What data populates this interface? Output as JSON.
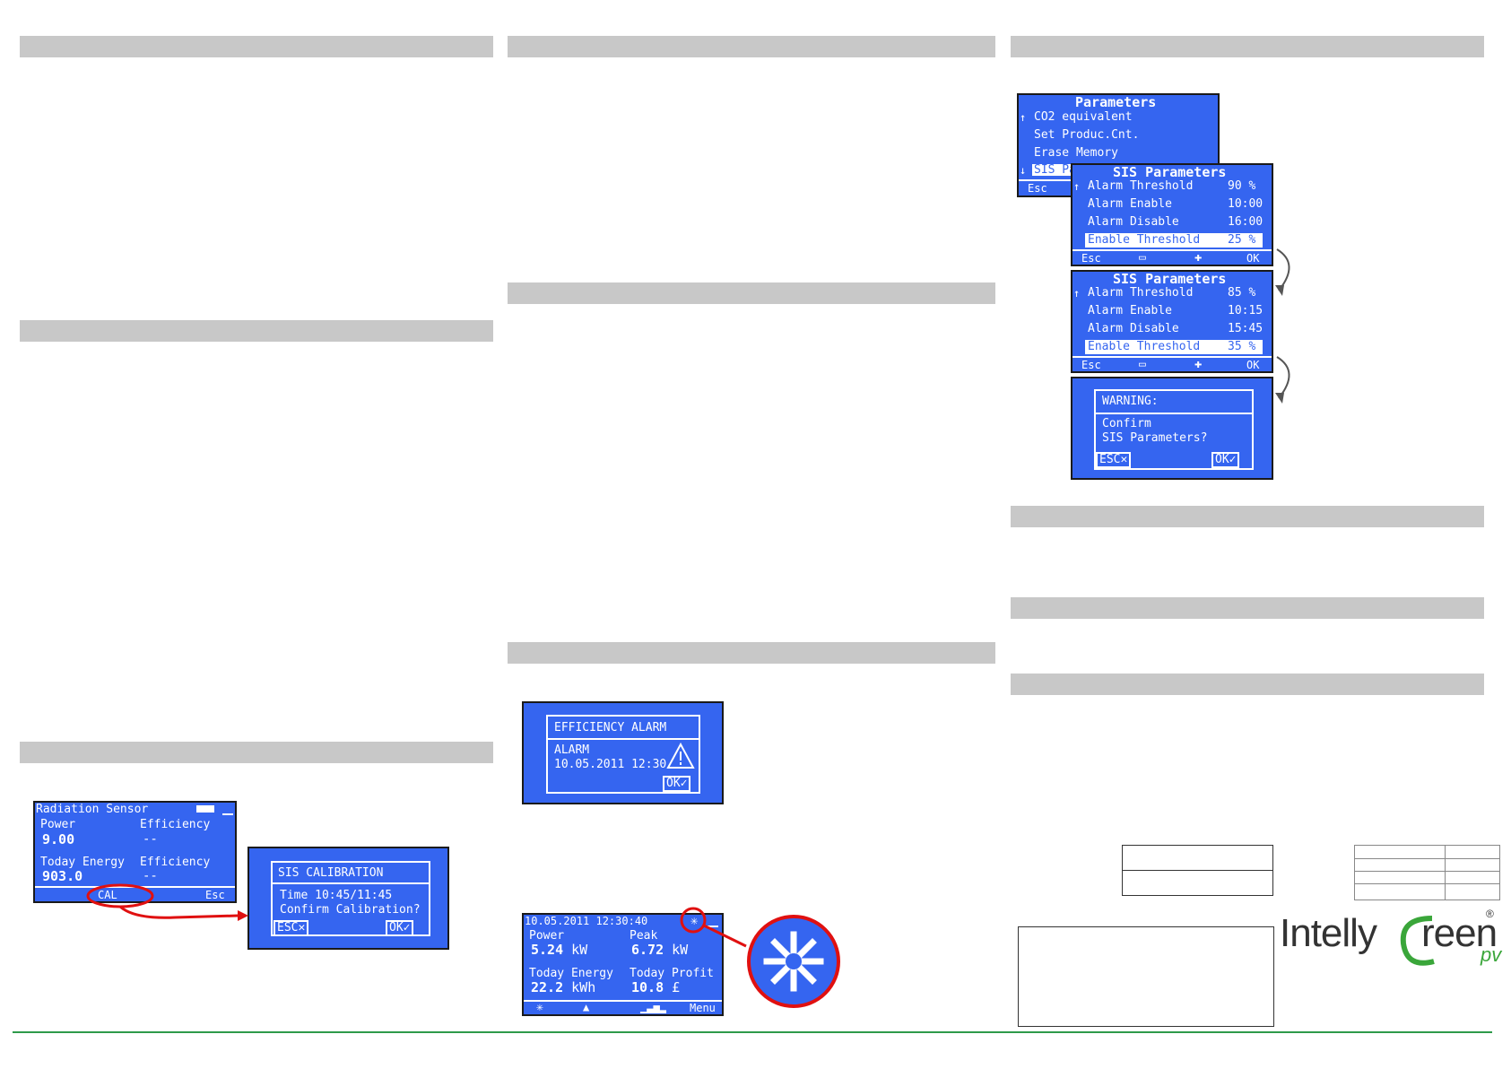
{
  "screen1": {
    "title": "Radiation Sensor",
    "power_label": "Power",
    "power_value": "9.00",
    "eff_label": "Efficiency",
    "eff_value": "--",
    "energy_label": "Today Energy",
    "energy_value": "903.0",
    "eff2_label": "Efficiency",
    "eff2_value": "--",
    "cal": "CAL",
    "esc": "Esc"
  },
  "sis_cal": {
    "title": "SIS CALIBRATION",
    "line1": "Time 10:45/11:45",
    "line2": "Confirm Calibration?",
    "esc": "ESC",
    "ok": "OK"
  },
  "eff_alarm": {
    "title": "EFFICIENCY ALARM",
    "line1": "ALARM",
    "line2": "10.05.2011  12:30",
    "ok": "OK"
  },
  "main_screen": {
    "datetime": "10.05.2011  12:30:40",
    "power_label": "Power",
    "power_value": "5.24",
    "power_unit": "kW",
    "peak_label": "Peak",
    "peak_value": "6.72",
    "peak_unit": "kW",
    "energy_label": "Today Energy",
    "energy_value": "22.2",
    "energy_unit": "kWh",
    "profit_label": "Today Profit",
    "profit_value": "10.8",
    "profit_unit": "£",
    "menu": "Menu"
  },
  "params": {
    "title": "Parameters",
    "items": [
      "CO2 equivalent",
      "Set Produc.Cnt.",
      "Erase Memory",
      "SIS Pa"
    ],
    "esc": "Esc"
  },
  "sis1": {
    "title": "SIS Parameters",
    "rows": [
      {
        "label": "Alarm Threshold",
        "value": "90 %"
      },
      {
        "label": "Alarm Enable",
        "value": "10:00"
      },
      {
        "label": "Alarm Disable",
        "value": "16:00"
      },
      {
        "label": "Enable Threshold",
        "value": "25 %"
      }
    ],
    "esc": "Esc",
    "ok": "OK"
  },
  "sis2": {
    "title": "SIS Parameters",
    "rows": [
      {
        "label": "Alarm Threshold",
        "value": "85 %"
      },
      {
        "label": "Alarm Enable",
        "value": "10:15"
      },
      {
        "label": "Alarm Disable",
        "value": "15:45"
      },
      {
        "label": "Enable Threshold",
        "value": "35 %"
      }
    ],
    "esc": "Esc",
    "ok": "OK"
  },
  "warning": {
    "title": "WARNING:",
    "line1": "Confirm",
    "line2": "SIS Parameters?",
    "esc": "ESC",
    "ok": "OK"
  },
  "logo": {
    "part1": "Intelly",
    "part2": "reen",
    "reg": "®",
    "pv": "pv"
  },
  "colors": {
    "lcd_blue": "#3565f0",
    "header_gray": "#c8c8c8",
    "callout_red": "#e01010",
    "logo_green": "#3aa63a",
    "footer_green": "#2e9a4a"
  }
}
